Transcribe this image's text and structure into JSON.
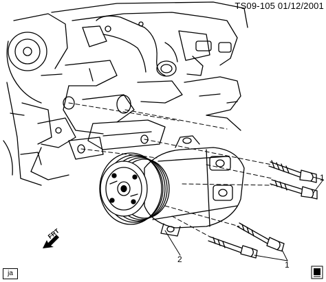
{
  "header": {
    "id_date": "TS09-105  01/12/2001"
  },
  "callouts": {
    "bolts": "1",
    "bolts_lower": "1",
    "compressor": "2"
  },
  "orientation": {
    "label": "FRT"
  },
  "footer": {
    "tag": "ja"
  },
  "icons": {
    "direction": "front-arrow-icon",
    "corner": "document-stack-icon"
  }
}
